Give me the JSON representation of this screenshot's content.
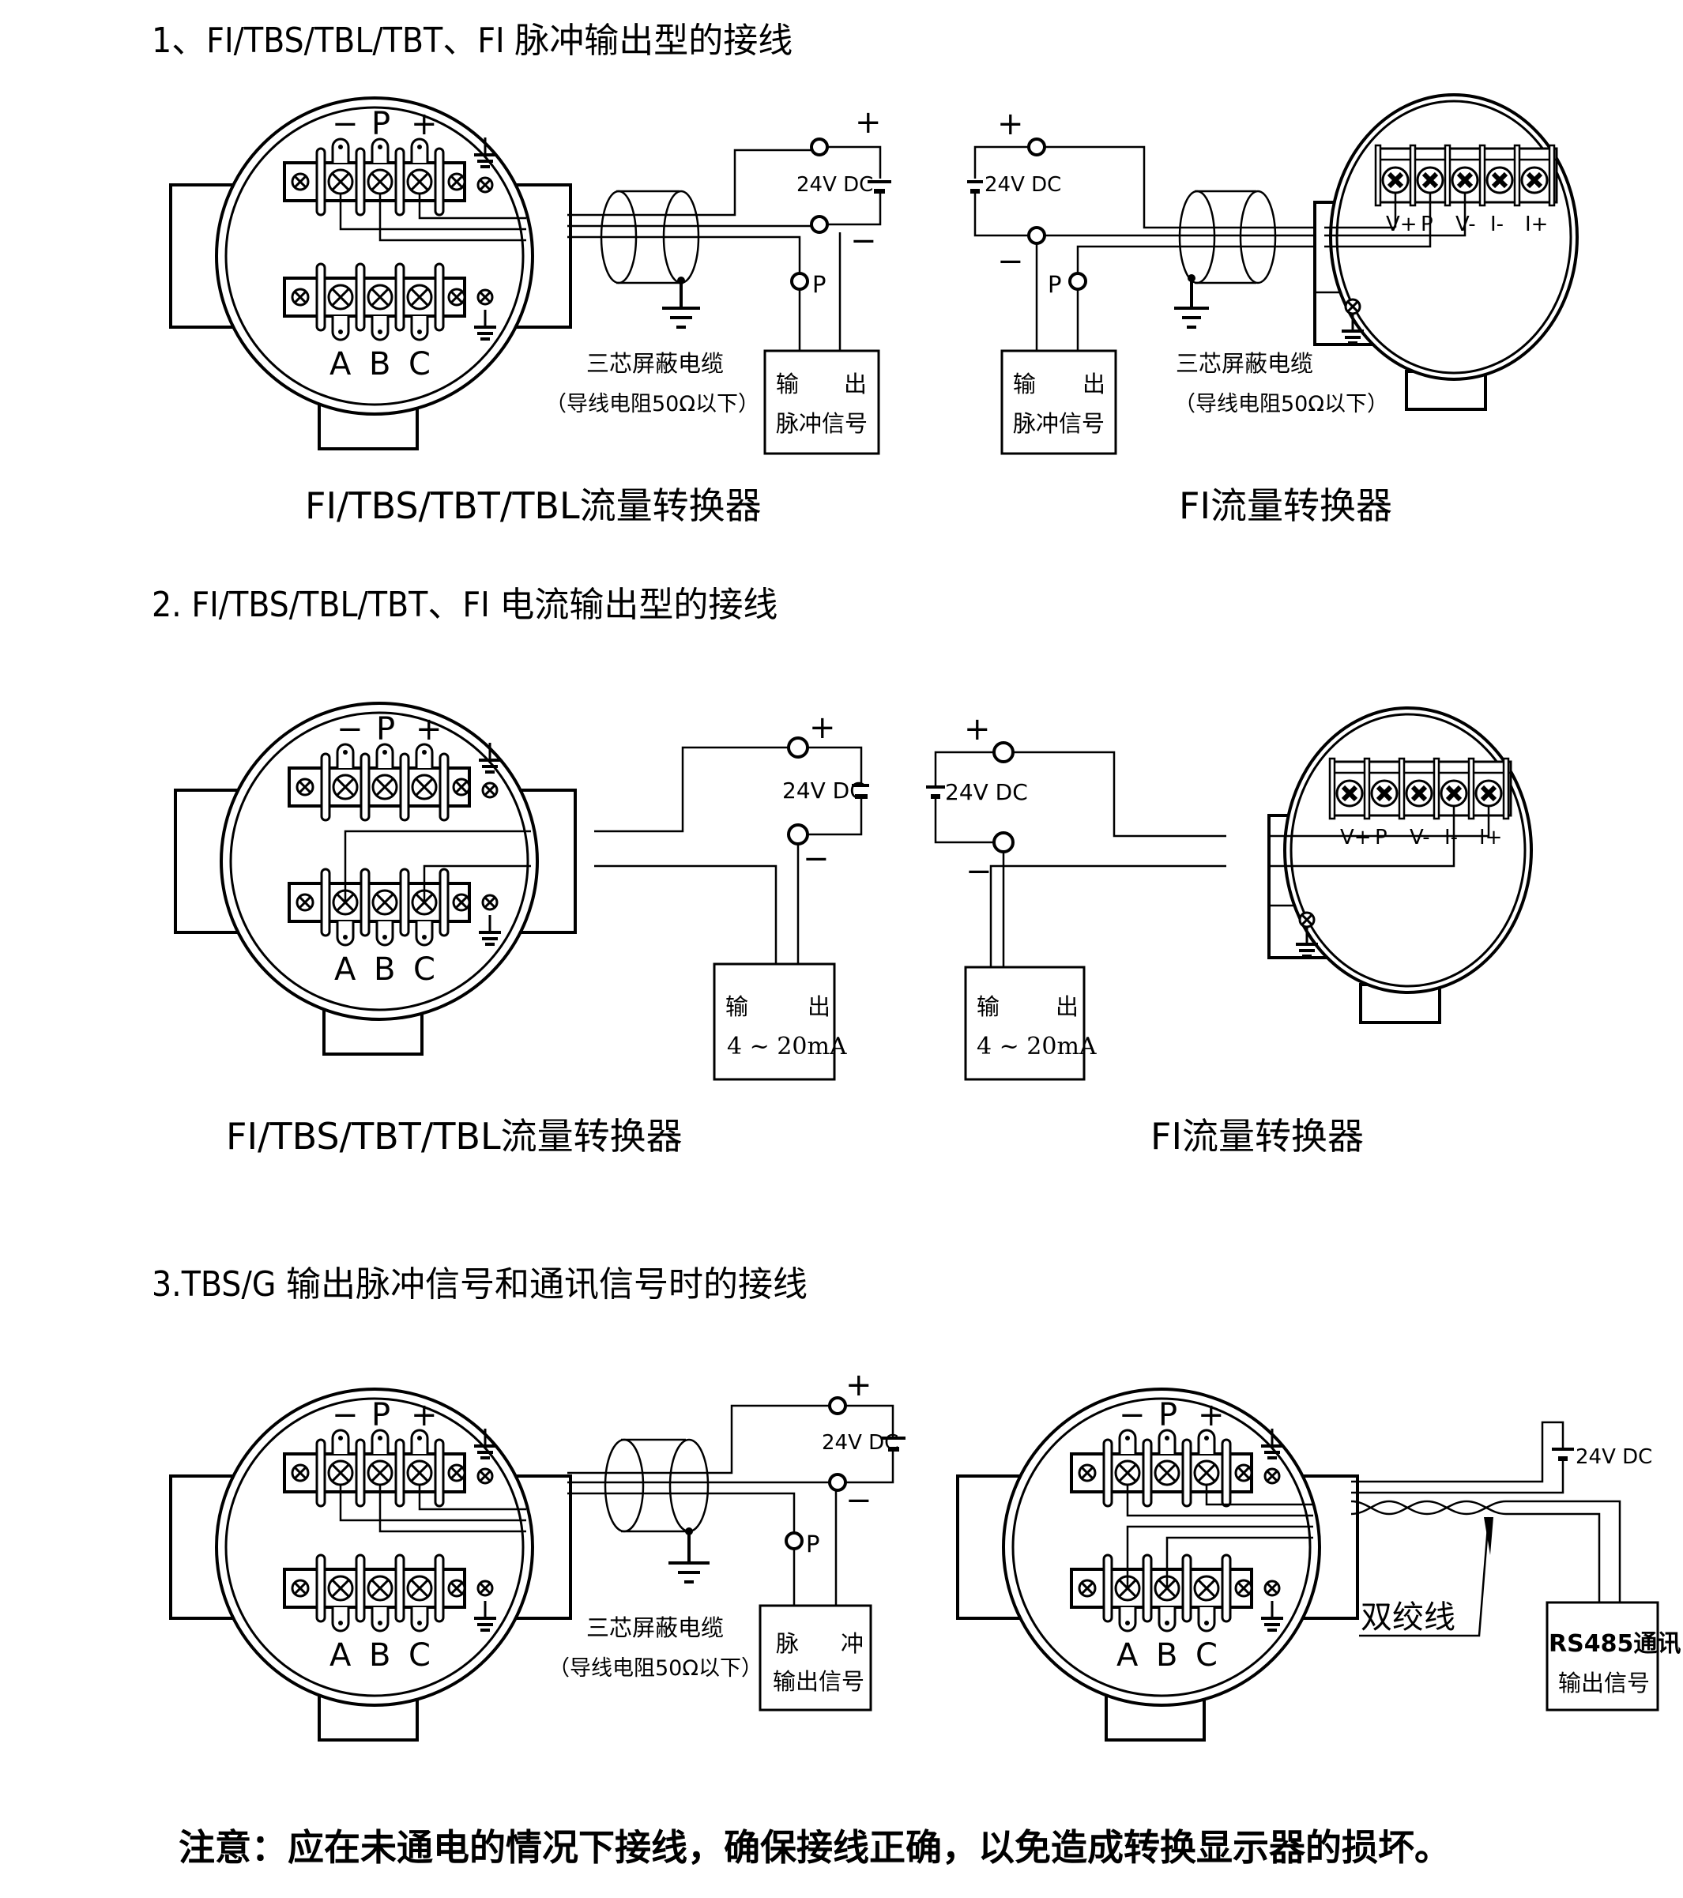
{
  "sections": [
    {
      "title": "1、FI/TBS/TBL/TBT、FI 脉冲输出型的接线",
      "left_caption": "FI/TBS/TBT/TBL流量转换器",
      "right_caption": "FI流量转换器",
      "left_terminals_top": [
        "−",
        "P",
        "+"
      ],
      "left_terminals_bottom": [
        "A",
        "B",
        "C"
      ],
      "right_terminals": [
        "V+",
        "P",
        "V-",
        "I-",
        "I+"
      ],
      "power_label": "24V DC",
      "plus_label": "+",
      "minus_label": "−",
      "p_label": "P",
      "cable_label_line1": "三芯屏蔽电缆",
      "cable_label_line2": "（导线电阻50Ω以下）",
      "output_box_line1_left": "输",
      "output_box_line1_right": "出",
      "output_box_line2": "脉冲信号"
    },
    {
      "title": "2. FI/TBS/TBL/TBT、FI 电流输出型的接线",
      "left_caption": "FI/TBS/TBT/TBL流量转换器",
      "right_caption": "FI流量转换器",
      "left_terminals_top": [
        "−",
        "P",
        "+"
      ],
      "left_terminals_bottom": [
        "A",
        "B",
        "C"
      ],
      "right_terminals": [
        "V+",
        "P",
        "V-",
        "I-",
        "I+"
      ],
      "power_label": "24V DC",
      "plus_label": "+",
      "minus_label": "−",
      "output_box_line1_left": "输",
      "output_box_line1_right": "出",
      "output_box_line2": "4 ~ 20mA"
    },
    {
      "title": "3.TBS/G 输出脉冲信号和通讯信号时的接线",
      "left_terminals_top": [
        "−",
        "P",
        "+"
      ],
      "left_terminals_bottom": [
        "A",
        "B",
        "C"
      ],
      "power_label": "24V DC",
      "plus_label": "+",
      "minus_label": "−",
      "p_label": "P",
      "cable_label_line1": "三芯屏蔽电缆",
      "cable_label_line2": "（导线电阻50Ω以下）",
      "pulse_box_line1_left": "脉",
      "pulse_box_line1_right": "冲",
      "pulse_box_line2": "输出信号",
      "twisted_pair_label": "双绞线",
      "rs485_box_line1": "RS485通讯",
      "rs485_box_line2": "输出信号"
    }
  ],
  "note": "注意：应在未通电的情况下接线，确保接线正确，以免造成转换显示器的损坏。"
}
